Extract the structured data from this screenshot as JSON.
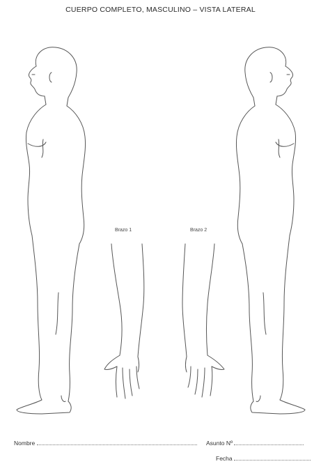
{
  "header": {
    "title": "CUERPO COMPLETO, MASCULINO – VISTA LATERAL"
  },
  "arms": {
    "left_label": "Brazo 1",
    "right_label": "Brazo 2"
  },
  "form": {
    "name_label": "Nombre",
    "subject_label": "Asunto Nº",
    "date_label": "Fecha"
  }
}
